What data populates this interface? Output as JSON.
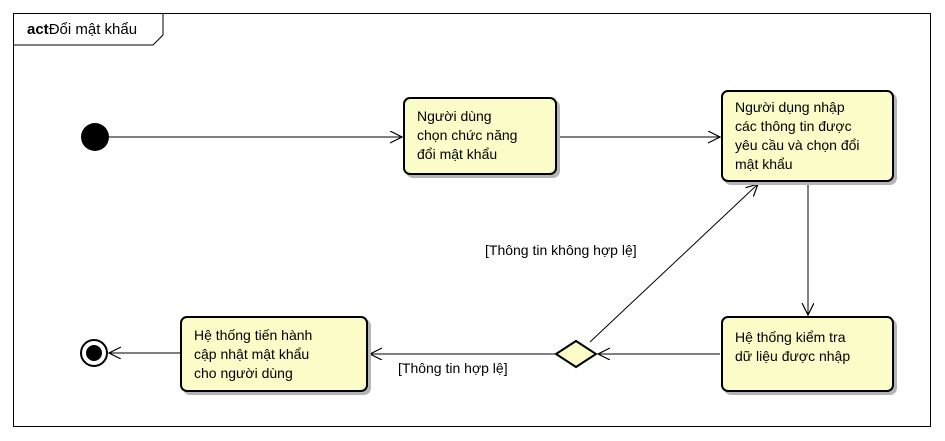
{
  "frame": {
    "keyword": "act",
    "name": "Đổi mật khẩu"
  },
  "nodes": {
    "select_function": "Người dùng\nchọn chức năng\nđổi mật khẩu",
    "enter_info": "Người dụng nhập\ncác thông tin được\nyêu cầu và chọn đổi\nmật khẩu",
    "validate": "Hệ thống kiểm tra\ndữ liệu được nhập",
    "update": "Hệ thống tiến hành\ncập nhật mật khẩu\ncho người dùng"
  },
  "guards": {
    "invalid": "[Thông tin không hợp lệ]",
    "valid": "[Thông tin hợp lệ]"
  },
  "colors": {
    "action_fill": "#fcfcc8",
    "stroke": "#000000"
  }
}
